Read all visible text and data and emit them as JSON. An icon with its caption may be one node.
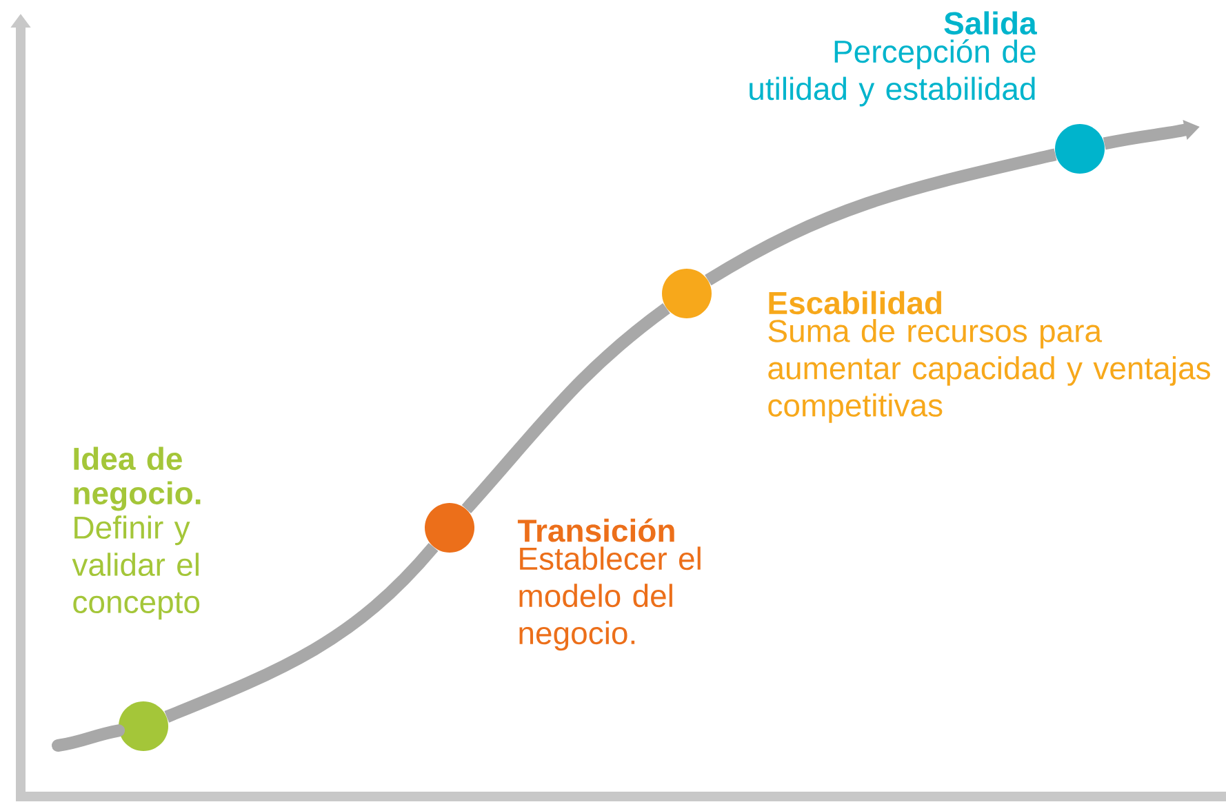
{
  "diagram": {
    "nodes": [
      {
        "text": [],
        "shape": "circle",
        "beside": [
          "Idea de negocio.",
          "Definir y validar el concepto"
        ]
      },
      {
        "text": [],
        "shape": "circle",
        "beside": [
          "Transición",
          "Establecer el modelo del negocio."
        ]
      },
      {
        "text": [],
        "shape": "circle",
        "beside": [
          "Escabilidad",
          "Suma de recursos para aumentar capacidad y ventajas competitivas"
        ]
      },
      {
        "text": [],
        "shape": "circle",
        "beside": [
          "Salida",
          "Percepción de utilidad y estabilidad"
        ]
      }
    ],
    "edges": [
      {
        "from": null,
        "to": 0,
        "arrow": "none"
      },
      {
        "from": 0,
        "to": 1,
        "arrow": "none"
      },
      {
        "from": 1,
        "to": 2,
        "arrow": "none"
      },
      {
        "from": 2,
        "to": 3,
        "arrow": "none"
      },
      {
        "from": 3,
        "to": null,
        "arrow": "to"
      }
    ]
  }
}
